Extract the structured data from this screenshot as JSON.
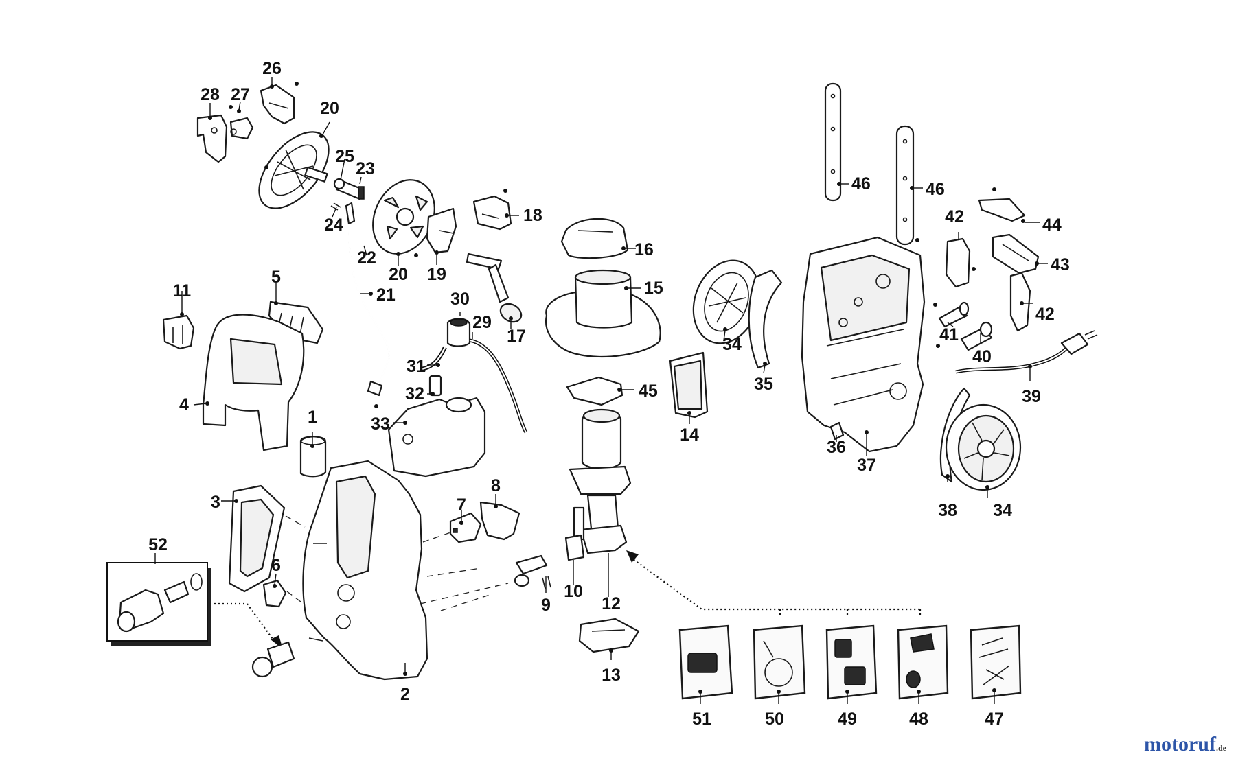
{
  "labels": [
    "1",
    "2",
    "3",
    "4",
    "5",
    "6",
    "7",
    "8",
    "9",
    "10",
    "11",
    "12",
    "13",
    "14",
    "15",
    "16",
    "17",
    "18",
    "19",
    "20",
    "21",
    "22",
    "23",
    "24",
    "25",
    "26",
    "27",
    "28",
    "29",
    "30",
    "31",
    "32",
    "33",
    "34",
    "35",
    "36",
    "37",
    "38",
    "39",
    "40",
    "41",
    "42",
    "43",
    "44",
    "45",
    "46",
    "47",
    "48",
    "49",
    "50",
    "51",
    "52"
  ],
  "watermark": {
    "main": "motoruf",
    "suffix": ".de"
  },
  "colors": {
    "ink": "#111111",
    "watermark_blue": "#2d55a8",
    "watermark_red": "#c9361e"
  }
}
